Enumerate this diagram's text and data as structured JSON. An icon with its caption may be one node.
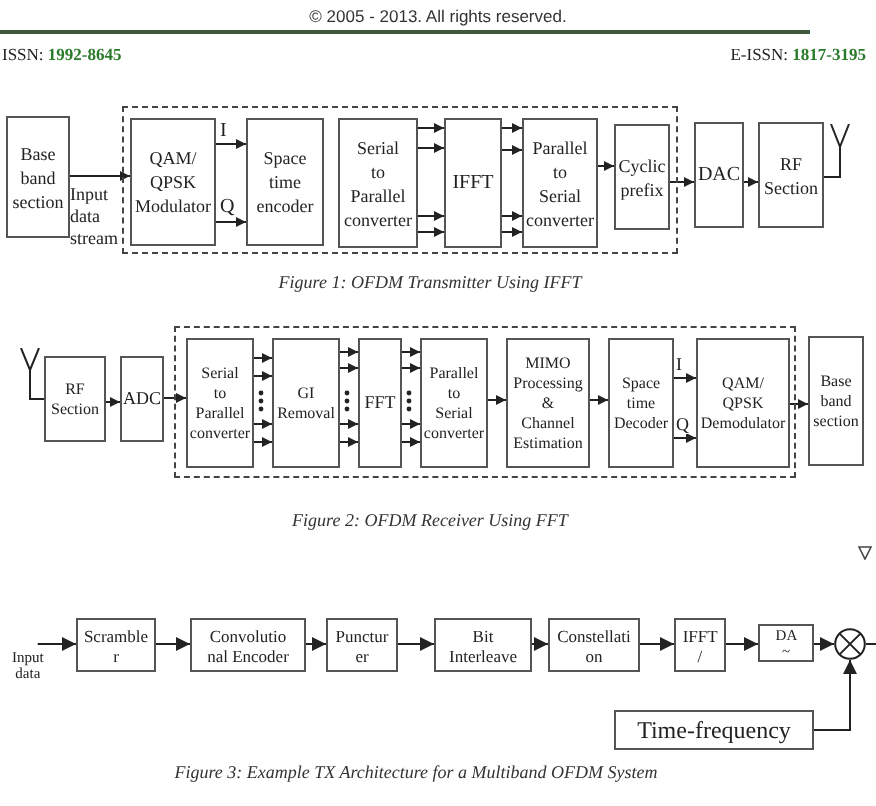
{
  "diagram": {
    "nodes": [
      {
        "text": [
          "Base band section"
        ]
      },
      {
        "text": [],
        "shape": "box"
      },
      {
        "text": [
          "QAM/ QPSK Modulator"
        ],
        "in": 1
      },
      {
        "text": [
          "Space time encoder"
        ],
        "in": 1
      },
      {
        "text": [
          "Serial to Parallel converter"
        ],
        "in": 1
      },
      {
        "text": [
          "IFFT"
        ],
        "in": 1
      },
      {
        "text": [
          "Parallel to Serial converter"
        ],
        "in": 1
      },
      {
        "text": [
          "Cyclic prefix"
        ],
        "in": 1
      },
      {
        "text": [
          "DAC"
        ]
      },
      {
        "text": [
          "RF Section"
        ]
      },
      {
        "text": [],
        "shape": "antenna"
      },
      {
        "text": [],
        "shape": "antenna"
      },
      {
        "text": [
          "RF Section"
        ]
      },
      {
        "text": [
          "ADC"
        ]
      },
      {
        "text": [],
        "shape": "box"
      },
      {
        "text": [
          "Serial to Parallel converter"
        ],
        "in": 14
      },
      {
        "text": [
          "GI Removal"
        ],
        "in": 14
      },
      {
        "text": [
          "FFT"
        ],
        "in": 14
      },
      {
        "text": [
          "Parallel to Serial converter"
        ],
        "in": 14
      },
      {
        "text": [
          "MIMO Processing & Channel Estimation"
        ],
        "in": 14
      },
      {
        "text": [
          "Space time Decoder"
        ],
        "in": 14
      },
      {
        "text": [
          "QAM/ QPSK Demodulator"
        ],
        "in": 14
      },
      {
        "text": [
          "Base band section"
        ]
      },
      {
        "text": [
          "Input data"
        ]
      },
      {
        "text": [
          "Scramble r"
        ]
      },
      {
        "text": [
          "Convolutio nal Encoder"
        ]
      },
      {
        "text": [
          "Punctur er"
        ]
      },
      {
        "text": [
          "Bit Interleave"
        ]
      },
      {
        "text": [
          "Constellati on"
        ]
      },
      {
        "text": [
          "IFFT /"
        ]
      },
      {
        "text": [
          "DA ~"
        ]
      },
      {
        "text": [],
        "shape": "circle"
      },
      {
        "text": [
          "Time-frequency"
        ]
      }
    ],
    "edges": [
      {
        "from": 0,
        "to": 2,
        "arrow": "to",
        "label": "Input data stream"
      },
      {
        "from": 2,
        "to": 3,
        "arrow": "to",
        "label": "I"
      },
      {
        "from": 2,
        "to": 3,
        "arrow": "to",
        "label": "Q"
      },
      {
        "from": 4,
        "to": 5,
        "arrow": "to"
      },
      {
        "from": 4,
        "to": 5,
        "arrow": "to"
      },
      {
        "from": 4,
        "to": 5,
        "arrow": "to"
      },
      {
        "from": 4,
        "to": 5,
        "arrow": "to"
      },
      {
        "from": 5,
        "to": 6,
        "arrow": "to"
      },
      {
        "from": 5,
        "to": 6,
        "arrow": "to"
      },
      {
        "from": 5,
        "to": 6,
        "arrow": "to"
      },
      {
        "from": 5,
        "to": 6,
        "arrow": "to"
      },
      {
        "from": 6,
        "to": 7,
        "arrow": "to"
      },
      {
        "from": 7,
        "to": 8,
        "arrow": "to"
      },
      {
        "from": 8,
        "to": 9,
        "arrow": "to"
      },
      {
        "from": 9,
        "to": 10,
        "arrow": "none"
      },
      {
        "from": 11,
        "to": 12,
        "arrow": "none"
      },
      {
        "from": 12,
        "to": 13,
        "arrow": "to"
      },
      {
        "from": 13,
        "to": 15,
        "arrow": "to"
      },
      {
        "from": 15,
        "to": 16,
        "arrow": "to"
      },
      {
        "from": 15,
        "to": 16,
        "arrow": "to"
      },
      {
        "from": 15,
        "to": 16,
        "arrow": "to"
      },
      {
        "from": 15,
        "to": 16,
        "arrow": "to"
      },
      {
        "from": 16,
        "to": 17,
        "arrow": "to"
      },
      {
        "from": 16,
        "to": 17,
        "arrow": "to"
      },
      {
        "from": 16,
        "to": 17,
        "arrow": "to"
      },
      {
        "from": 16,
        "to": 17,
        "arrow": "to"
      },
      {
        "from": 17,
        "to": 18,
        "arrow": "to"
      },
      {
        "from": 17,
        "to": 18,
        "arrow": "to"
      },
      {
        "from": 17,
        "to": 18,
        "arrow": "to"
      },
      {
        "from": 17,
        "to": 18,
        "arrow": "to"
      },
      {
        "from": 18,
        "to": 19,
        "arrow": "to"
      },
      {
        "from": 19,
        "to": 20,
        "arrow": "to"
      },
      {
        "from": 20,
        "to": 21,
        "arrow": "to",
        "label": "I"
      },
      {
        "from": 20,
        "to": 21,
        "arrow": "to",
        "label": "Q"
      },
      {
        "from": 21,
        "to": 22,
        "arrow": "to"
      },
      {
        "from": 23,
        "to": 24,
        "arrow": "to"
      },
      {
        "from": 24,
        "to": 25,
        "arrow": "to"
      },
      {
        "from": 25,
        "to": 26,
        "arrow": "to"
      },
      {
        "from": 26,
        "to": 27,
        "arrow": "to"
      },
      {
        "from": 27,
        "to": 28,
        "arrow": "to"
      },
      {
        "from": 28,
        "to": 29,
        "arrow": "to"
      },
      {
        "from": 29,
        "to": 30,
        "arrow": "to"
      },
      {
        "from": 30,
        "to": 31,
        "arrow": "to"
      },
      {
        "from": 31,
        "to": null,
        "arrow": "none"
      },
      {
        "from": 32,
        "to": 31,
        "arrow": "to"
      }
    ],
    "labels": [
      "© 2005 - 2013. All rights reserved.",
      "ISSN: **1992-8645**",
      "E-ISSN: **1817-3195**",
      "Figure 1: OFDM Transmitter Using IFFT",
      "Figure 2: OFDM Receiver Using FFT",
      "Figure 3: Example TX Architecture for a Multiband OFDM System"
    ]
  }
}
